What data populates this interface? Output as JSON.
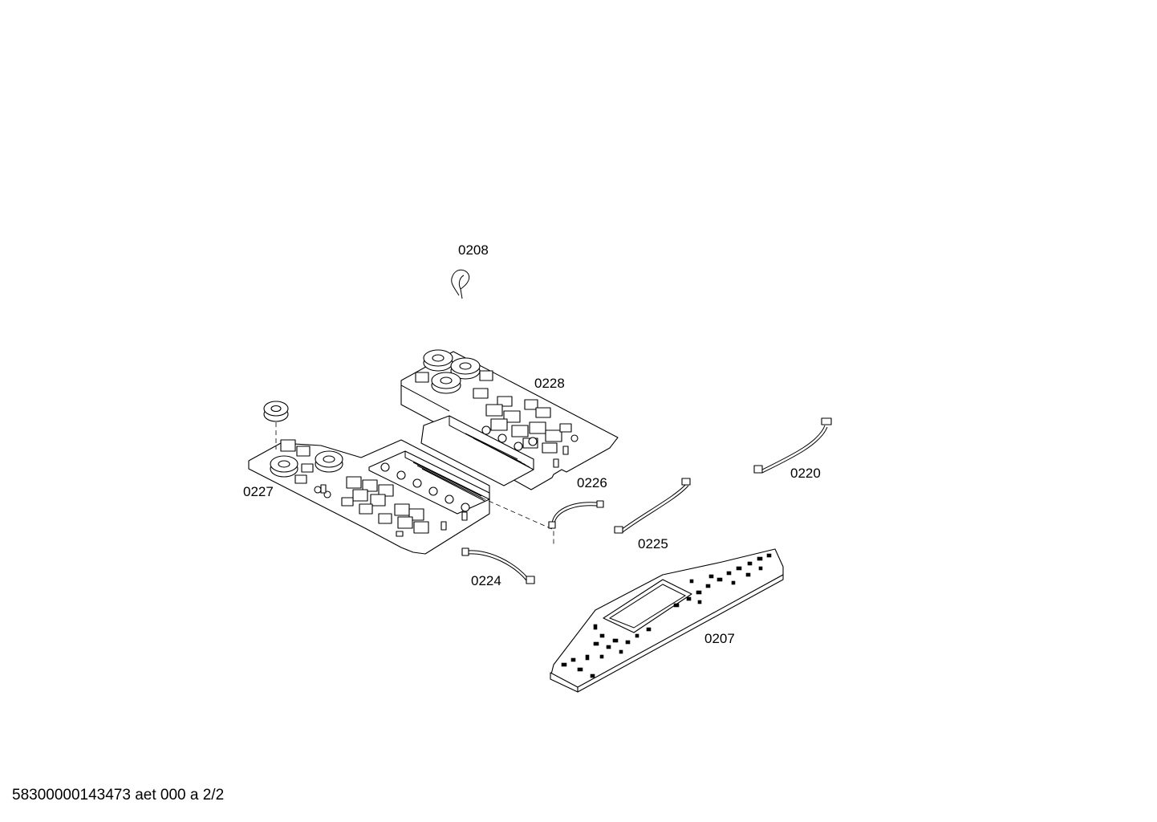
{
  "diagram": {
    "part_labels": {
      "p0208": "0208",
      "p0228": "0228",
      "p0227": "0227",
      "p0226": "0226",
      "p0220": "0220",
      "p0225": "0225",
      "p0224": "0224",
      "p0207": "0207"
    },
    "footer": "58300000143473 aet 000 a 2/2"
  }
}
